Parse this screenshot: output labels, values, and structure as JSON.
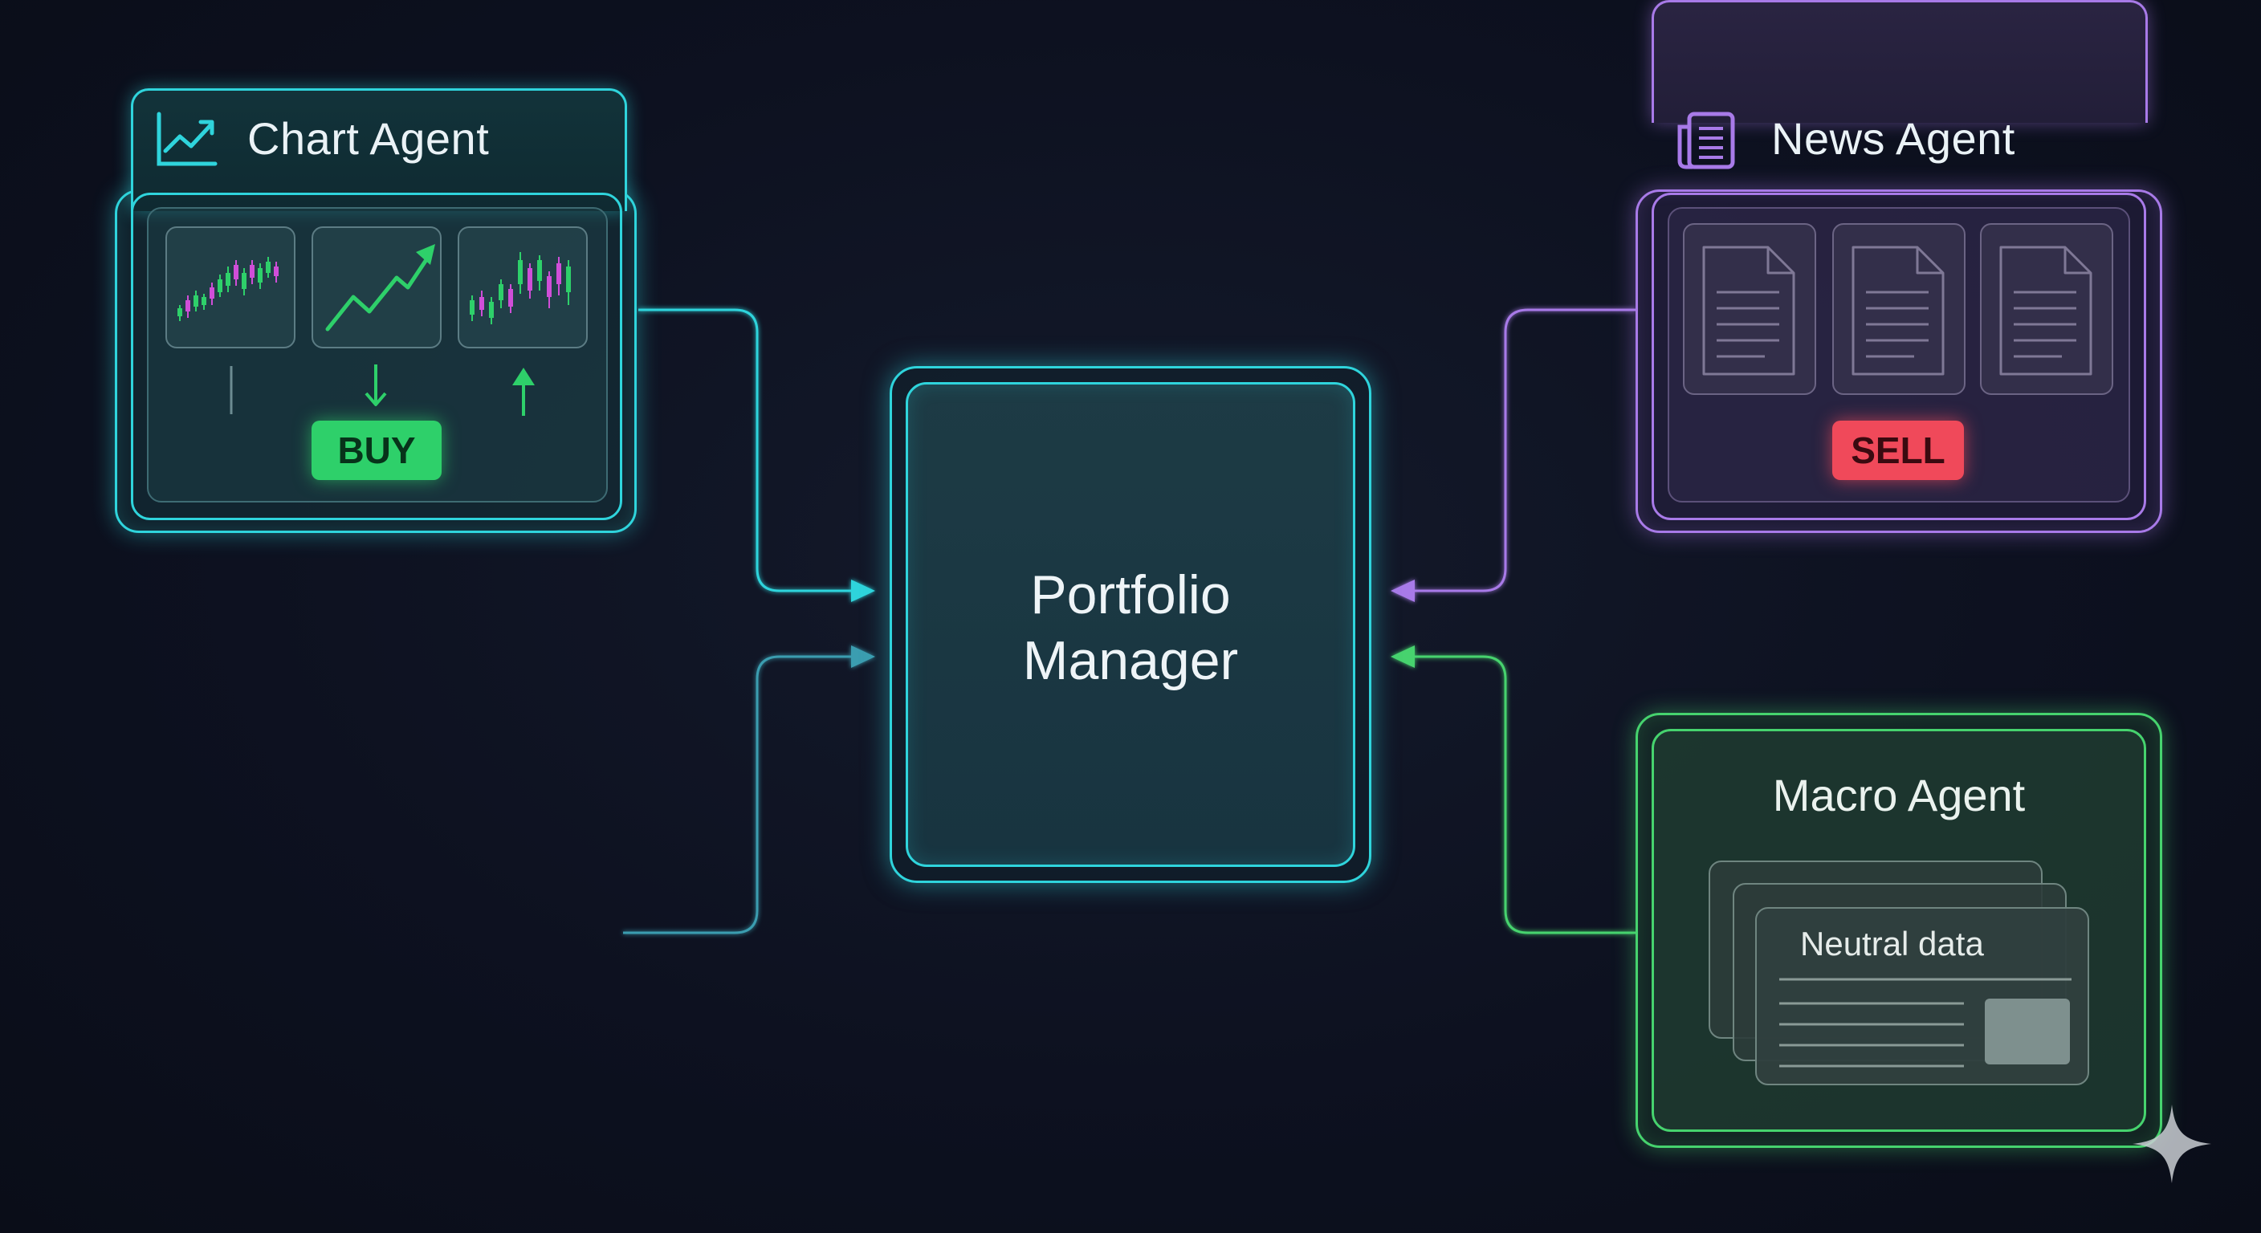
{
  "chart_agent": {
    "title": "Chart Agent",
    "signal": "BUY",
    "color": "#2fd4dc",
    "icon": "line-chart-icon"
  },
  "news_agent": {
    "title": "News Agent",
    "signal": "SELL",
    "color": "#a87ae8",
    "icon": "newspaper-icon"
  },
  "macro_agent": {
    "title": "Macro Agent",
    "card_label": "Neutral data",
    "color": "#46d36e"
  },
  "portfolio_manager": {
    "label_line1": "Portfolio",
    "label_line2": "Manager",
    "color": "#2fd4dc"
  },
  "signal_colors": {
    "buy": "#2ed06a",
    "sell": "#f0495a",
    "candle_up": "#2ed06a",
    "candle_down": "#d04ed8"
  },
  "watermark": {
    "icon": "sparkle-icon"
  }
}
